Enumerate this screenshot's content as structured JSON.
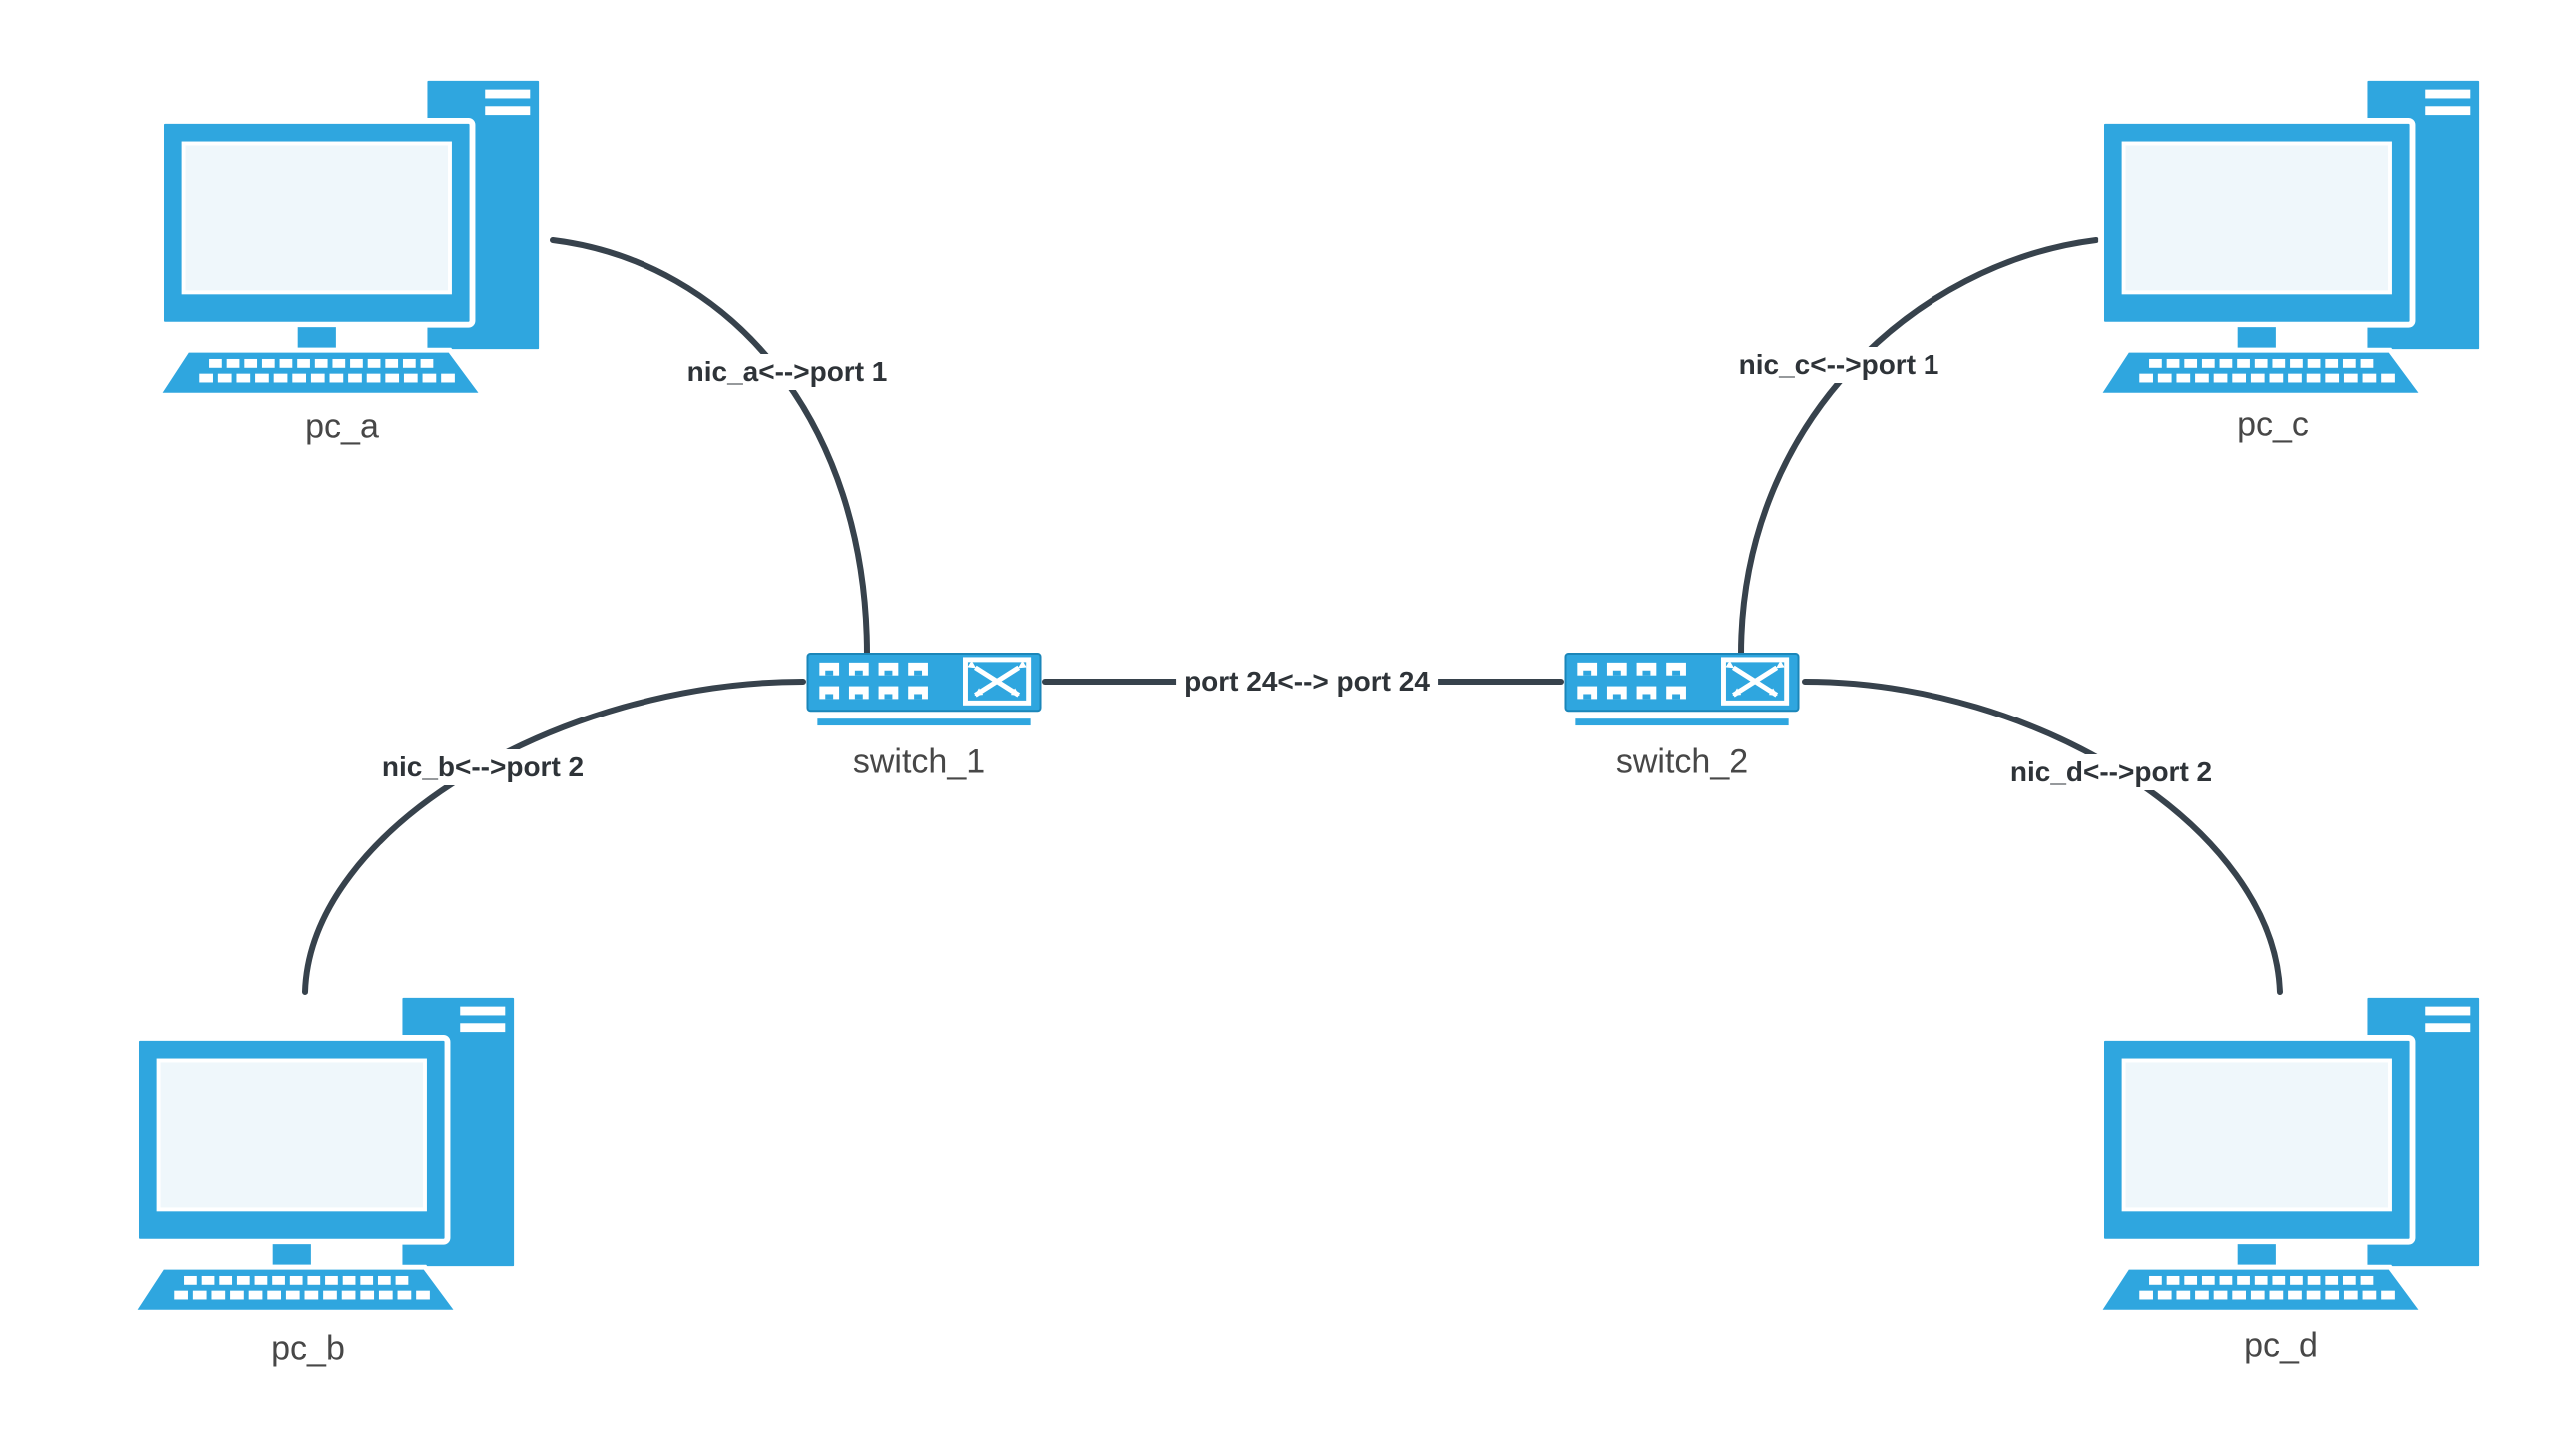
{
  "diagram": {
    "title": "network-topology",
    "nodes": {
      "pc_a": {
        "label": "pc_a",
        "type": "pc"
      },
      "pc_b": {
        "label": "pc_b",
        "type": "pc"
      },
      "pc_c": {
        "label": "pc_c",
        "type": "pc"
      },
      "pc_d": {
        "label": "pc_d",
        "type": "pc"
      },
      "switch_1": {
        "label": "switch_1",
        "type": "switch"
      },
      "switch_2": {
        "label": "switch_2",
        "type": "switch"
      }
    },
    "links": {
      "pc_a_switch_1": {
        "label": "nic_a<-->port 1",
        "from": "pc_a",
        "to": "switch_1"
      },
      "pc_b_switch_1": {
        "label": "nic_b<-->port 2",
        "from": "pc_b",
        "to": "switch_1"
      },
      "pc_c_switch_2": {
        "label": "nic_c<-->port 1",
        "from": "pc_c",
        "to": "switch_2"
      },
      "pc_d_switch_2": {
        "label": "nic_d<-->port 2",
        "from": "pc_d",
        "to": "switch_2"
      },
      "switch_1_switch_2": {
        "label": "port 24<--> port 24",
        "from": "switch_1",
        "to": "switch_2"
      }
    },
    "colors": {
      "device": "#2FA6DF",
      "screen": "#EFF7FB",
      "link": "#37424C",
      "link_label": "#2E3338",
      "node_label": "#474747"
    }
  }
}
